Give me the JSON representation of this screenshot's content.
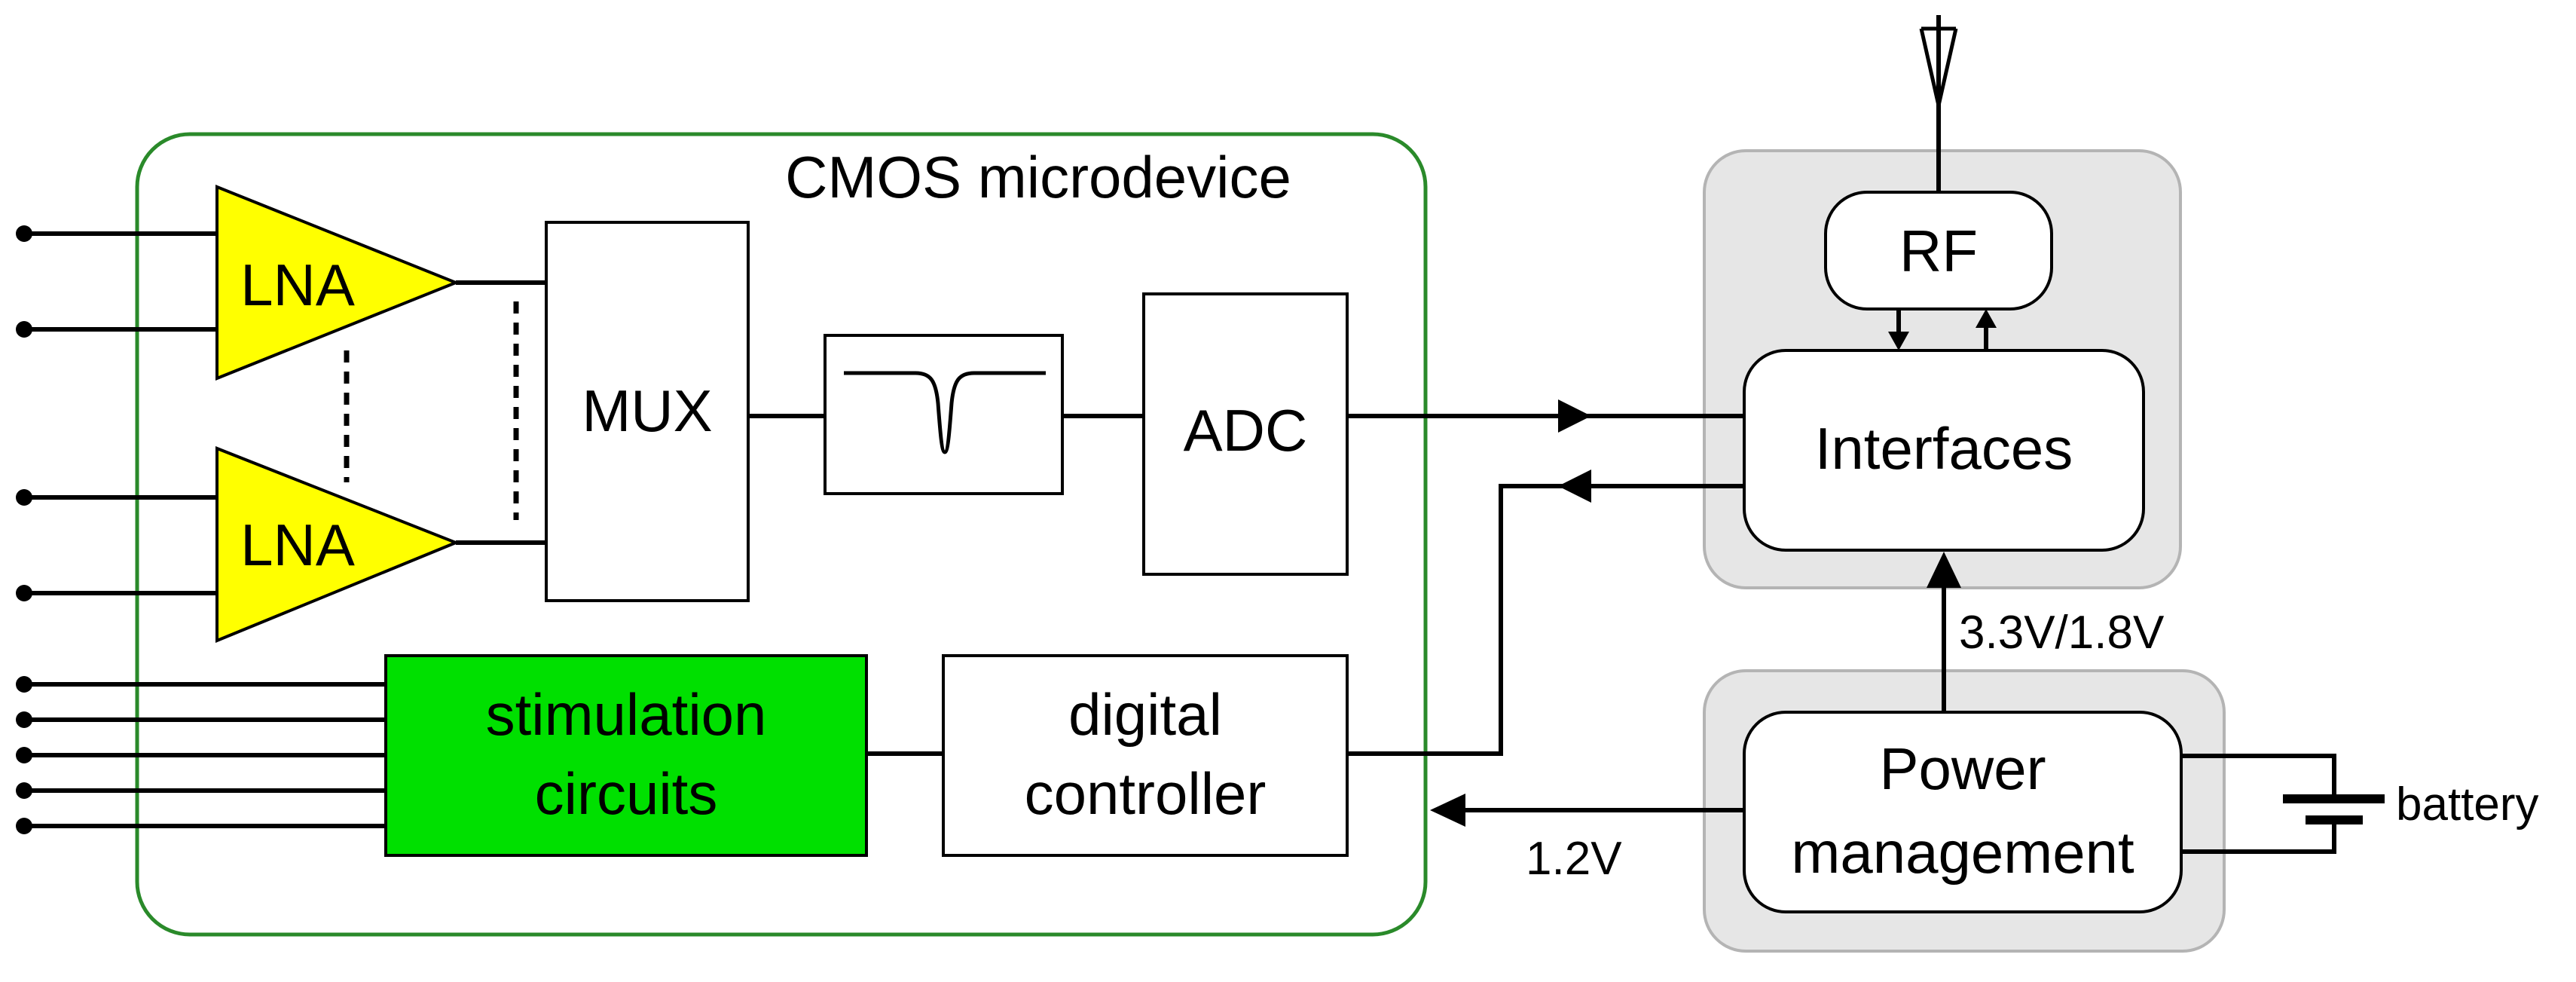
{
  "blocks": {
    "cmos_title": "CMOS microdevice",
    "lna_top": "LNA",
    "lna_bottom": "LNA",
    "mux": "MUX",
    "adc": "ADC",
    "stimulation_line1": "stimulation",
    "stimulation_line2": "circuits",
    "digital_line1": "digital",
    "digital_line2": "controller",
    "rf": "RF",
    "interfaces": "Interfaces",
    "power_line1": "Power",
    "power_line2": "management",
    "battery": "battery"
  },
  "signals": {
    "supply_high": "3.3V/1.8V",
    "supply_low": "1.2V"
  },
  "colors": {
    "cmos_border": "#2a8a2a",
    "lna_fill": "#ffff00",
    "stimulation_fill": "#00e000",
    "shaded_group": "#e6e6e6",
    "shaded_border": "#b4b4b4"
  }
}
